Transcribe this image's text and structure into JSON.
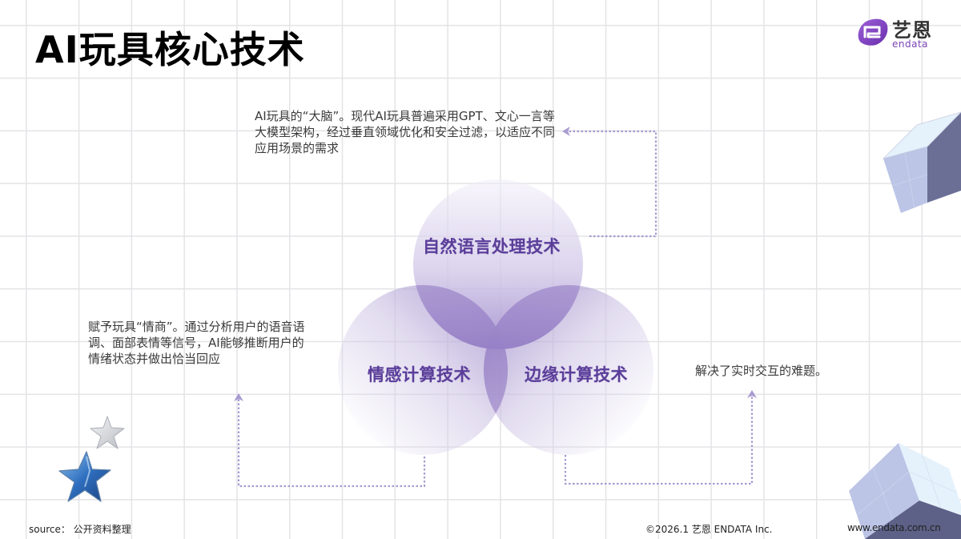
{
  "header": {
    "title": "AI玩具核心技术"
  },
  "logo": {
    "cn_text": "艺恩",
    "en_text": "endata",
    "brand_color": "#7a43b6"
  },
  "diagram": {
    "circles": [
      {
        "id": "nlp",
        "label": "自然语言处理技术"
      },
      {
        "id": "affective",
        "label": "情感计算技术"
      },
      {
        "id": "edge",
        "label": "边缘计算技术"
      }
    ],
    "descriptions": {
      "nlp": "AI玩具的“大脑”。现代AI玩具普遍采用GPT、文心一言等大模型架构，经过垂直领域优化和安全过滤，以适应不同应用场景的需求",
      "affective": "赋予玩具“情商”。通过分析用户的语音语调、面部表情等信号，AI能够推断用户的情绪状态并做出恰当回应",
      "edge": "解决了实时交互的难题。"
    },
    "colors": {
      "label": "#5b3e9a",
      "circle_fill": "#9680c4",
      "connector": "#a79bd0"
    }
  },
  "footer": {
    "source": "source： 公开资料整理",
    "copyright": "©2026.1  艺恩 ENDATA Inc.",
    "website": "www.endata.com.cn"
  }
}
